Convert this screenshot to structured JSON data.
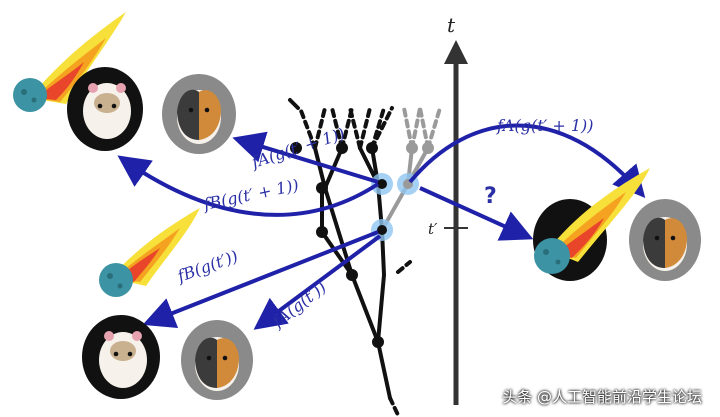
{
  "axis": {
    "time_label": "t",
    "tick_label": "t′"
  },
  "labels": {
    "fa_next_upper": "fA(g(t′ + 1))",
    "fa_next_left": "fA(g(t′ + 1))",
    "fb_next": "fB(g(t′ + 1))",
    "fb_now": "fB(g(t′))",
    "fa_now": "fA(g(t′))",
    "question": "?"
  },
  "watermark": "头条 @人工智能前沿学生论坛",
  "colors": {
    "arrow": "#1f22a8",
    "branch": "#111111",
    "grey_branch": "#9a9a9a",
    "node_glow": "#8ec5f2"
  }
}
